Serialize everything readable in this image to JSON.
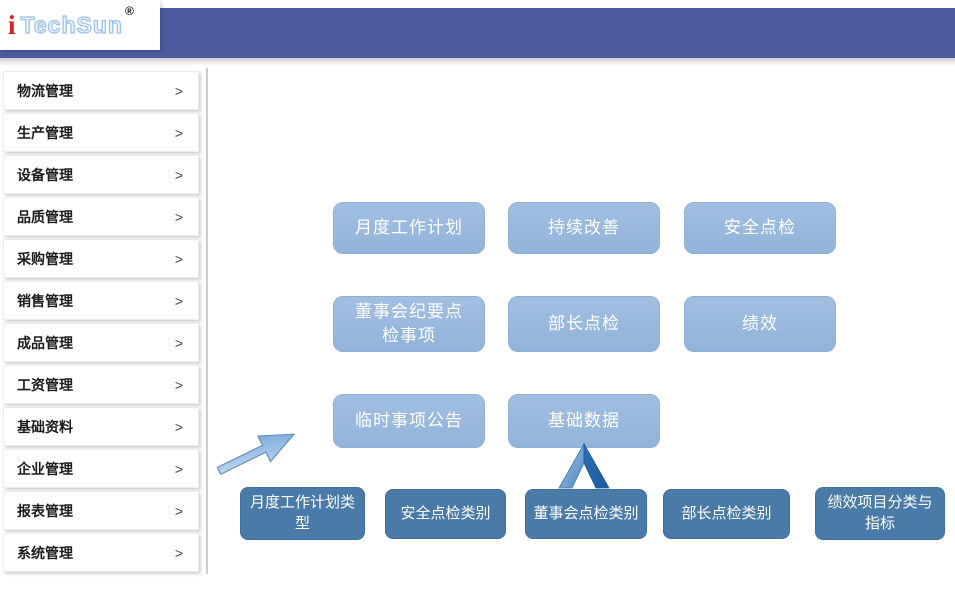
{
  "logo": {
    "i": "i",
    "name": "TechSun",
    "registered": "®"
  },
  "sidebar": {
    "chevron": ">",
    "items": [
      {
        "label": "物流管理"
      },
      {
        "label": "生产管理"
      },
      {
        "label": "设备管理"
      },
      {
        "label": "品质管理"
      },
      {
        "label": "采购管理"
      },
      {
        "label": "销售管理"
      },
      {
        "label": "成品管理"
      },
      {
        "label": "工资管理"
      },
      {
        "label": "基础资料"
      },
      {
        "label": "企业管理"
      },
      {
        "label": "报表管理"
      },
      {
        "label": "系统管理"
      }
    ]
  },
  "main": {
    "light_buttons": [
      {
        "label": "月度工作计划"
      },
      {
        "label": "持续改善"
      },
      {
        "label": "安全点检"
      },
      {
        "label": "董事会纪要点检事项"
      },
      {
        "label": "部长点检"
      },
      {
        "label": "绩效"
      },
      {
        "label": "临时事项公告"
      },
      {
        "label": "基础数据"
      }
    ],
    "dark_buttons": [
      {
        "label": "月度工作计划类型"
      },
      {
        "label": "安全点检类别"
      },
      {
        "label": "董事会点检类别"
      },
      {
        "label": "部长点检类别"
      },
      {
        "label": "绩效项目分类与指标"
      }
    ]
  },
  "colors": {
    "header_bar": "#4c5b9e",
    "light_button": "#99b8de",
    "dark_button": "#4a7aa7",
    "arrow_light": "#8fb5e0",
    "arrow_dark": "#1f64a8",
    "logo_red": "#d42020",
    "logo_outline": "#9cc2ea"
  }
}
